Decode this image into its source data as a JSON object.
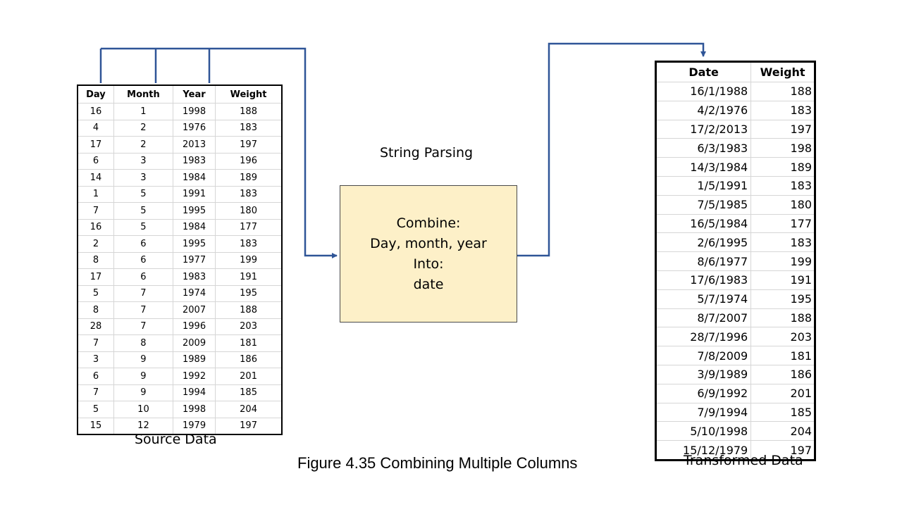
{
  "source": {
    "caption": "Source Data",
    "headers": [
      "Day",
      "Month",
      "Year",
      "Weight"
    ],
    "rows": [
      [
        "16",
        "1",
        "1998",
        "188"
      ],
      [
        "4",
        "2",
        "1976",
        "183"
      ],
      [
        "17",
        "2",
        "2013",
        "197"
      ],
      [
        "6",
        "3",
        "1983",
        "196"
      ],
      [
        "14",
        "3",
        "1984",
        "189"
      ],
      [
        "1",
        "5",
        "1991",
        "183"
      ],
      [
        "7",
        "5",
        "1995",
        "180"
      ],
      [
        "16",
        "5",
        "1984",
        "177"
      ],
      [
        "2",
        "6",
        "1995",
        "183"
      ],
      [
        "8",
        "6",
        "1977",
        "199"
      ],
      [
        "17",
        "6",
        "1983",
        "191"
      ],
      [
        "5",
        "7",
        "1974",
        "195"
      ],
      [
        "8",
        "7",
        "2007",
        "188"
      ],
      [
        "28",
        "7",
        "1996",
        "203"
      ],
      [
        "7",
        "8",
        "2009",
        "181"
      ],
      [
        "3",
        "9",
        "1989",
        "186"
      ],
      [
        "6",
        "9",
        "1992",
        "201"
      ],
      [
        "7",
        "9",
        "1994",
        "185"
      ],
      [
        "5",
        "10",
        "1998",
        "204"
      ],
      [
        "15",
        "12",
        "1979",
        "197"
      ]
    ]
  },
  "process": {
    "label": "String Parsing",
    "lines": [
      "Combine:",
      "Day, month, year",
      "Into:",
      "date"
    ]
  },
  "transformed": {
    "caption": "Transformed Data",
    "headers": [
      "Date",
      "Weight"
    ],
    "rows": [
      [
        "16/1/1988",
        "188"
      ],
      [
        "4/2/1976",
        "183"
      ],
      [
        "17/2/2013",
        "197"
      ],
      [
        "6/3/1983",
        "198"
      ],
      [
        "14/3/1984",
        "189"
      ],
      [
        "1/5/1991",
        "183"
      ],
      [
        "7/5/1985",
        "180"
      ],
      [
        "16/5/1984",
        "177"
      ],
      [
        "2/6/1995",
        "183"
      ],
      [
        "8/6/1977",
        "199"
      ],
      [
        "17/6/1983",
        "191"
      ],
      [
        "5/7/1974",
        "195"
      ],
      [
        "8/7/2007",
        "188"
      ],
      [
        "28/7/1996",
        "203"
      ],
      [
        "7/8/2009",
        "181"
      ],
      [
        "3/9/1989",
        "186"
      ],
      [
        "6/9/1992",
        "201"
      ],
      [
        "7/9/1994",
        "185"
      ],
      [
        "5/10/1998",
        "204"
      ],
      [
        "15/12/1979",
        "197"
      ]
    ]
  },
  "figure_caption": "Figure 4.35 Combining Multiple Columns",
  "colors": {
    "connector": "#2f5597",
    "process_fill": "#fdf0c8"
  }
}
